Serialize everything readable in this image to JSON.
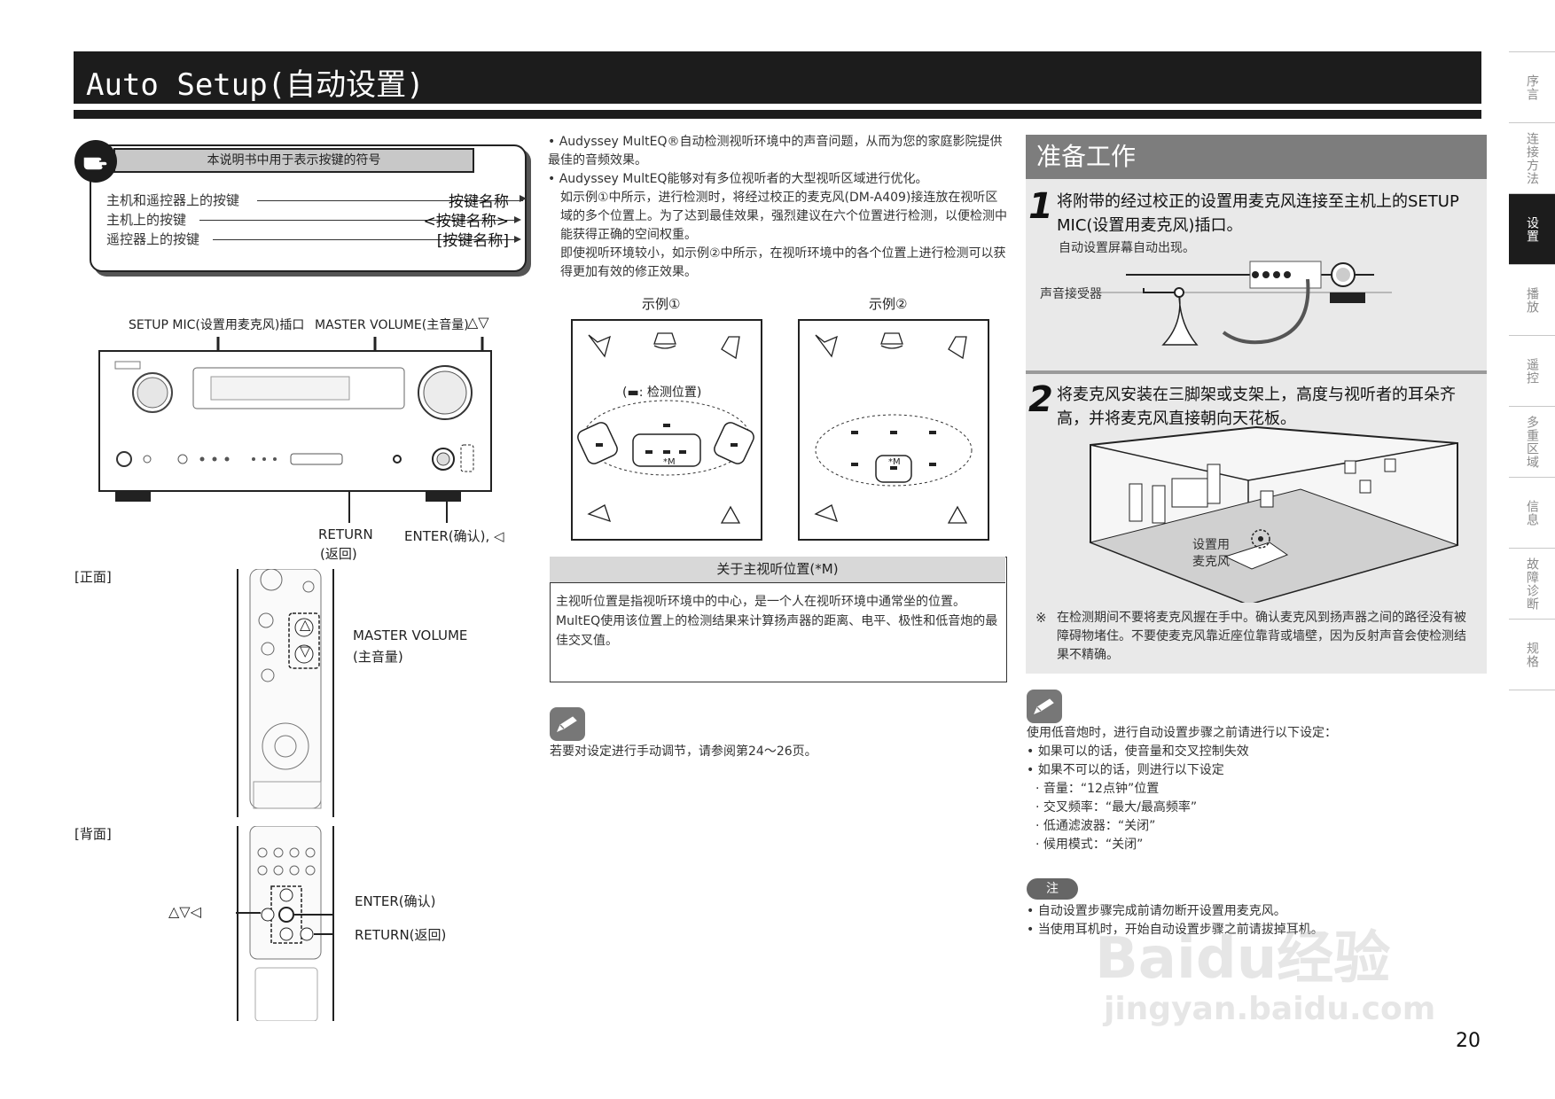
{
  "header": {
    "title": "Auto Setup(自动设置)"
  },
  "side_tabs": [
    {
      "label": "序言",
      "active": false
    },
    {
      "label": "连接方法",
      "active": false
    },
    {
      "label": "设置",
      "active": true
    },
    {
      "label": "播放",
      "active": false
    },
    {
      "label": "遥控",
      "active": false
    },
    {
      "label": "多重区域",
      "active": false
    },
    {
      "label": "信息",
      "active": false
    },
    {
      "label": "故障诊断",
      "active": false
    },
    {
      "label": "规格",
      "active": false
    }
  ],
  "legend": {
    "title": "本说明书中用于表示按键的符号",
    "rows": [
      {
        "label": "主机和遥控器上的按键",
        "value": "按键名称"
      },
      {
        "label": "主机上的按键",
        "value": "<按键名称>"
      },
      {
        "label": "遥控器上的按键",
        "value": "[按键名称]"
      }
    ]
  },
  "front_panel": {
    "setup_mic": "SETUP MIC(设置用麦克风)插口",
    "master_volume": "MASTER VOLUME(主音量)",
    "arrows": "△▽",
    "return_line1": "RETURN",
    "return_line2": "(返回)",
    "enter": "ENTER(确认), ◁"
  },
  "remote": {
    "front_label": "[正面]",
    "back_label": "[背面]",
    "master_volume_line1": "MASTER VOLUME",
    "master_volume_line2": "(主音量)",
    "arrows": "△▽◁",
    "enter": "ENTER(确认)",
    "return": "RETURN(返回)"
  },
  "intro": {
    "bullet1": "• Audyssey MultEQ®自动检测视听环境中的声音问题，从而为您的家庭影院提供最佳的音频效果。",
    "bullet2": "• Audyssey MultEQ能够对有多位视听者的大型视听区域进行优化。",
    "para2": "如示例①中所示，进行检测时，将经过校正的麦克风(DM-A409)接连放在视听区域的多个位置上。为了达到最佳效果，强烈建议在六个位置进行检测，以便检测中能获得正确的空间权重。",
    "para3": "即使视听环境较小，如示例②中所示，在视听环境中的各个位置上进行检测可以获得更加有效的修正效果。"
  },
  "examples": {
    "ex1_label": "示例①",
    "ex2_label": "示例②",
    "measure_label": "(▬: 检测位置)",
    "mlp_mark": "*M"
  },
  "mlp": {
    "title": "关于主视听位置(*M)",
    "text1": "主视听位置是指视听环境中的中心，是一个人在视听环境中通常坐的位置。",
    "text2": "MultEQ使用该位置上的检测结果来计算扬声器的距离、电平、极性和低音炮的最佳交叉值。"
  },
  "manual_note": "若要对设定进行手动调节，请参阅第24～26页。",
  "prep": {
    "title": "准备工作",
    "step1_num": "1",
    "step1_text": "将附带的经过校正的设置用麦克风连接至主机上的SETUP MIC(设置用麦克风)插口。",
    "step1_sub": "自动设置屏幕自动出现。",
    "receiver_label": "声音接受器",
    "step2_num": "2",
    "step2_text": "将麦克风安装在三脚架或支架上，高度与视听者的耳朵齐高，并将麦克风直接朝向天花板。",
    "mic_label_line1": "设置用",
    "mic_label_line2": "麦克风",
    "warning_mark": "※",
    "warning_text": "在检测期间不要将麦克风握在手中。确认麦克风到扬声器之间的路径没有被障碍物堵住。不要使麦克风靠近座位靠背或墙壁，因为反射声音会使检测结果不精确。"
  },
  "subwoofer_notes": {
    "intro": "使用低音炮时，进行自动设置步骤之前请进行以下设定：",
    "line1": "• 如果可以的话，使音量和交叉控制失效",
    "line2": "• 如果不可以的话，则进行以下设定",
    "line3": "· 音量：“12点钟”位置",
    "line4": "· 交叉频率：“最大/最高频率”",
    "line5": "· 低通滤波器：“关闭”",
    "line6": "· 候用模式：“关闭”"
  },
  "caution": {
    "badge": "注",
    "line1": "• 自动设置步骤完成前请勿断开设置用麦克风。",
    "line2": "• 当使用耳机时，开始自动设置步骤之前请拔掉耳机。"
  },
  "page_number": "20",
  "watermark": {
    "line1": "Baidu经验",
    "line2": "jingyan.baidu.com"
  }
}
